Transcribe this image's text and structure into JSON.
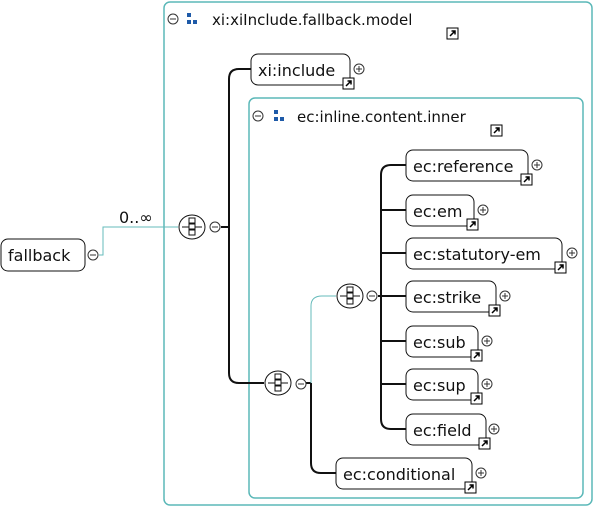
{
  "root": {
    "label": "fallback",
    "cardinality": "0..∞"
  },
  "groups": {
    "outer": {
      "label": "xi:xiInclude.fallback.model",
      "icon": "model-group-icon"
    },
    "inner": {
      "label": "ec:inline.content.inner",
      "icon": "model-group-icon"
    }
  },
  "nodes": {
    "xi_include": "xi:include",
    "ec_reference": "ec:reference",
    "ec_em": "ec:em",
    "ec_statutory_em": "ec:statutory-em",
    "ec_strike": "ec:strike",
    "ec_sub": "ec:sub",
    "ec_sup": "ec:sup",
    "ec_field": "ec:field",
    "ec_conditional": "ec:conditional"
  },
  "colors": {
    "group_border": "#5bb8b8",
    "line": "#111111",
    "connector": "#66bbbb"
  }
}
